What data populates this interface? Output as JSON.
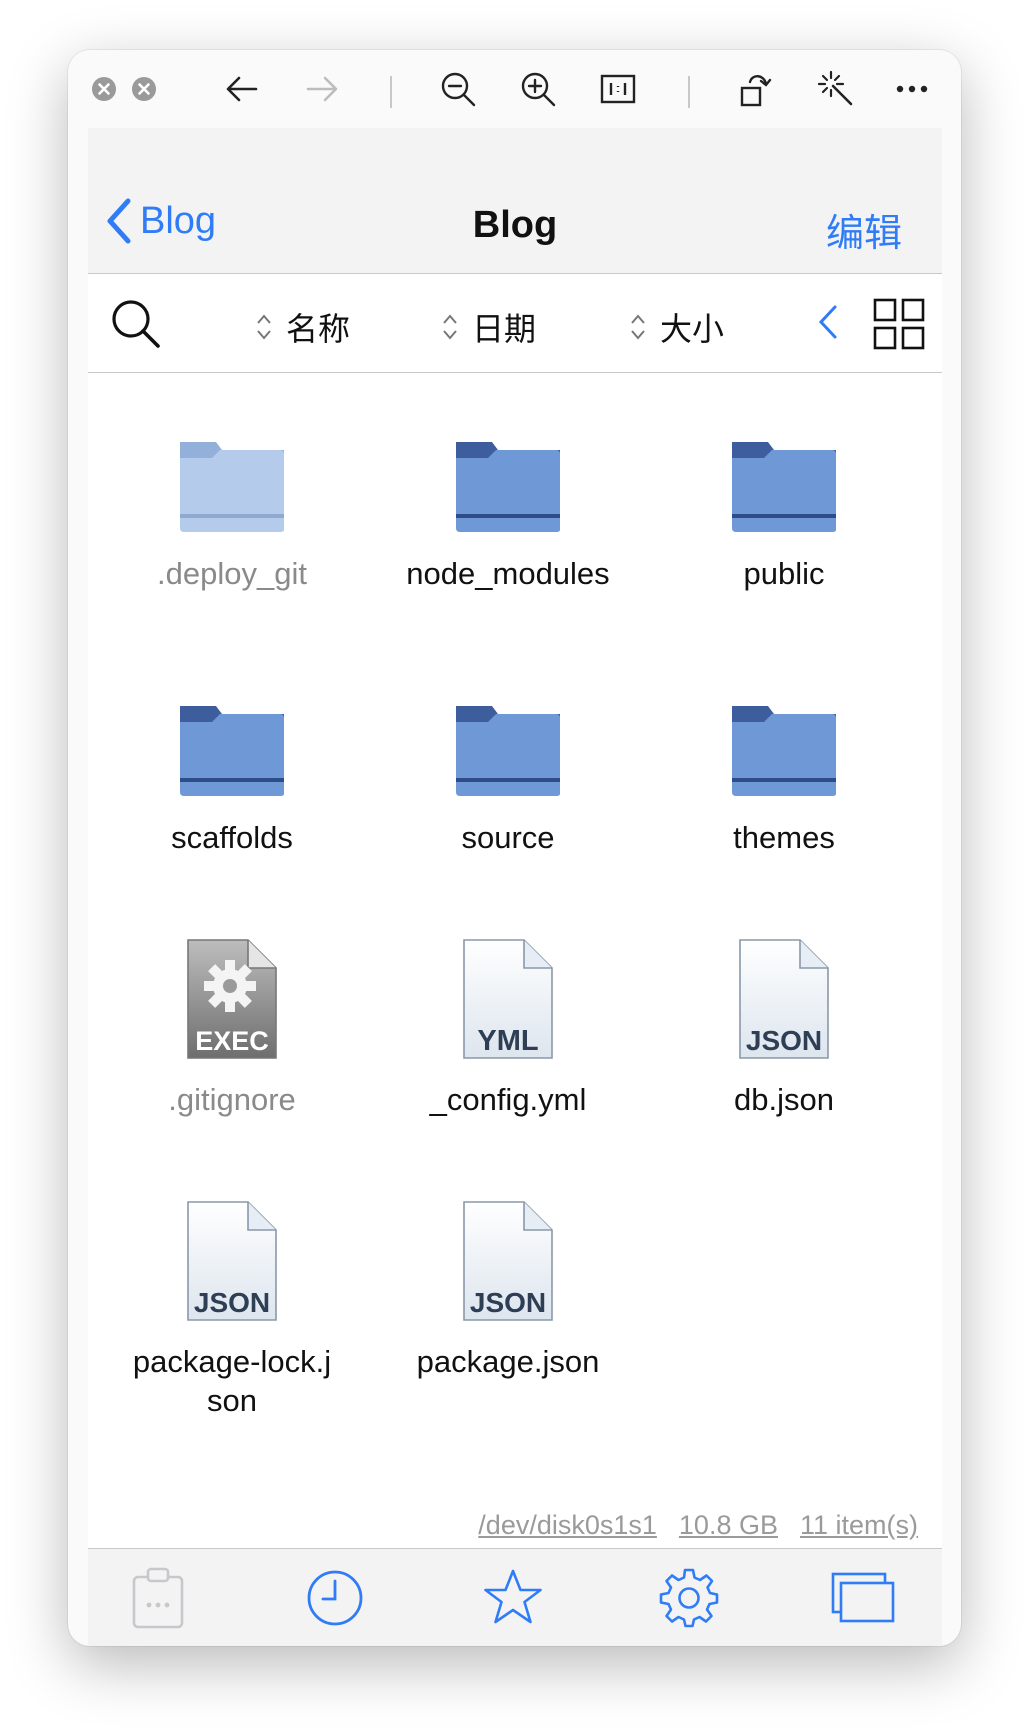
{
  "nav": {
    "back_label": "Blog",
    "title": "Blog",
    "edit_label": "编辑"
  },
  "sort": {
    "name_label": "名称",
    "date_label": "日期",
    "size_label": "大小"
  },
  "files": [
    {
      "name": ".deploy_git",
      "kind": "folder",
      "dimmed": true
    },
    {
      "name": "node_modules",
      "kind": "folder",
      "dimmed": false
    },
    {
      "name": "public",
      "kind": "folder",
      "dimmed": false
    },
    {
      "name": "scaffolds",
      "kind": "folder",
      "dimmed": false
    },
    {
      "name": "source",
      "kind": "folder",
      "dimmed": false
    },
    {
      "name": "themes",
      "kind": "folder",
      "dimmed": false
    },
    {
      "name": ".gitignore",
      "kind": "exec",
      "badge": "EXEC",
      "dimmed": true
    },
    {
      "name": "_config.yml",
      "kind": "doc",
      "badge": "YML",
      "dimmed": false
    },
    {
      "name": "db.json",
      "kind": "doc",
      "badge": "JSON",
      "dimmed": false
    },
    {
      "name": "package-lock.json",
      "kind": "doc",
      "badge": "JSON",
      "dimmed": false
    },
    {
      "name": "package.json",
      "kind": "doc",
      "badge": "JSON",
      "dimmed": false
    }
  ],
  "status": {
    "device": "/dev/disk0s1s1",
    "free": "10.8 GB",
    "count": "11 item(s)"
  },
  "colors": {
    "accent": "#2f7cf6",
    "folder": "#6f98d6",
    "folder_tab": "#3d5d9c"
  }
}
